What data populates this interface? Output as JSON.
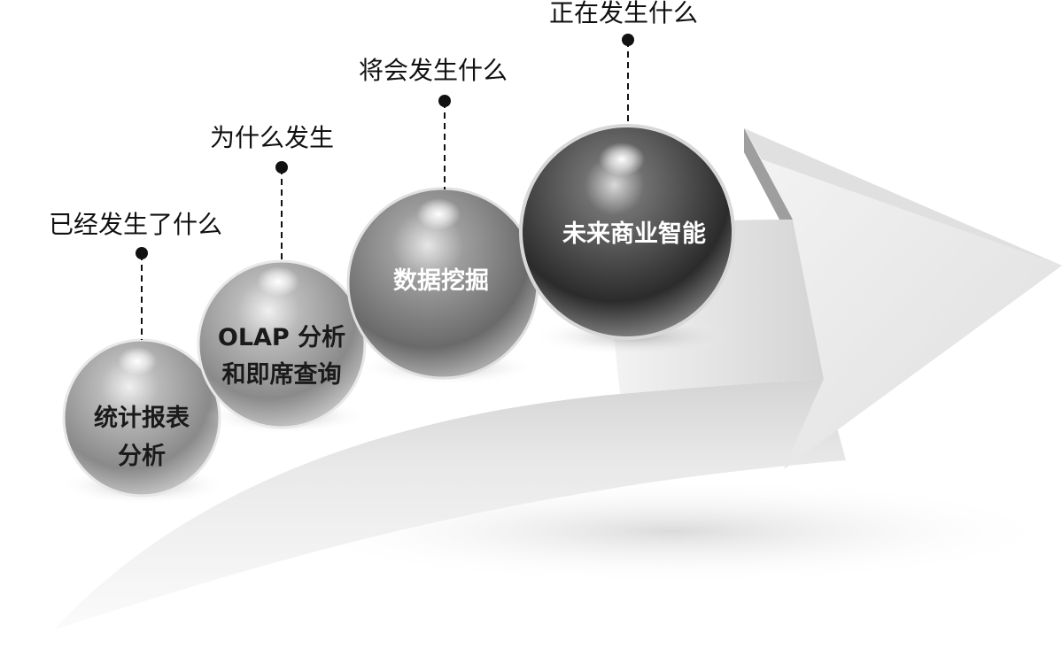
{
  "stages": [
    {
      "question": "已经发生了什么",
      "orb_lines": [
        "统计报表",
        "分析"
      ]
    },
    {
      "question": "为什么发生",
      "orb_lines": [
        "OLAP 分析",
        "和即席查询"
      ]
    },
    {
      "question": "将会发生什么",
      "orb_lines": [
        "数据挖掘"
      ]
    },
    {
      "question": "正在发生什么",
      "orb_lines": [
        "未来商业智能"
      ]
    }
  ]
}
